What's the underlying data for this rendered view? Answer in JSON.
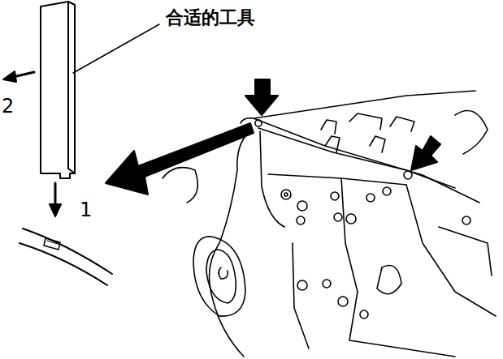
{
  "diagram": {
    "labels": [
      "合适的工具",
      "2",
      "1"
    ]
  }
}
